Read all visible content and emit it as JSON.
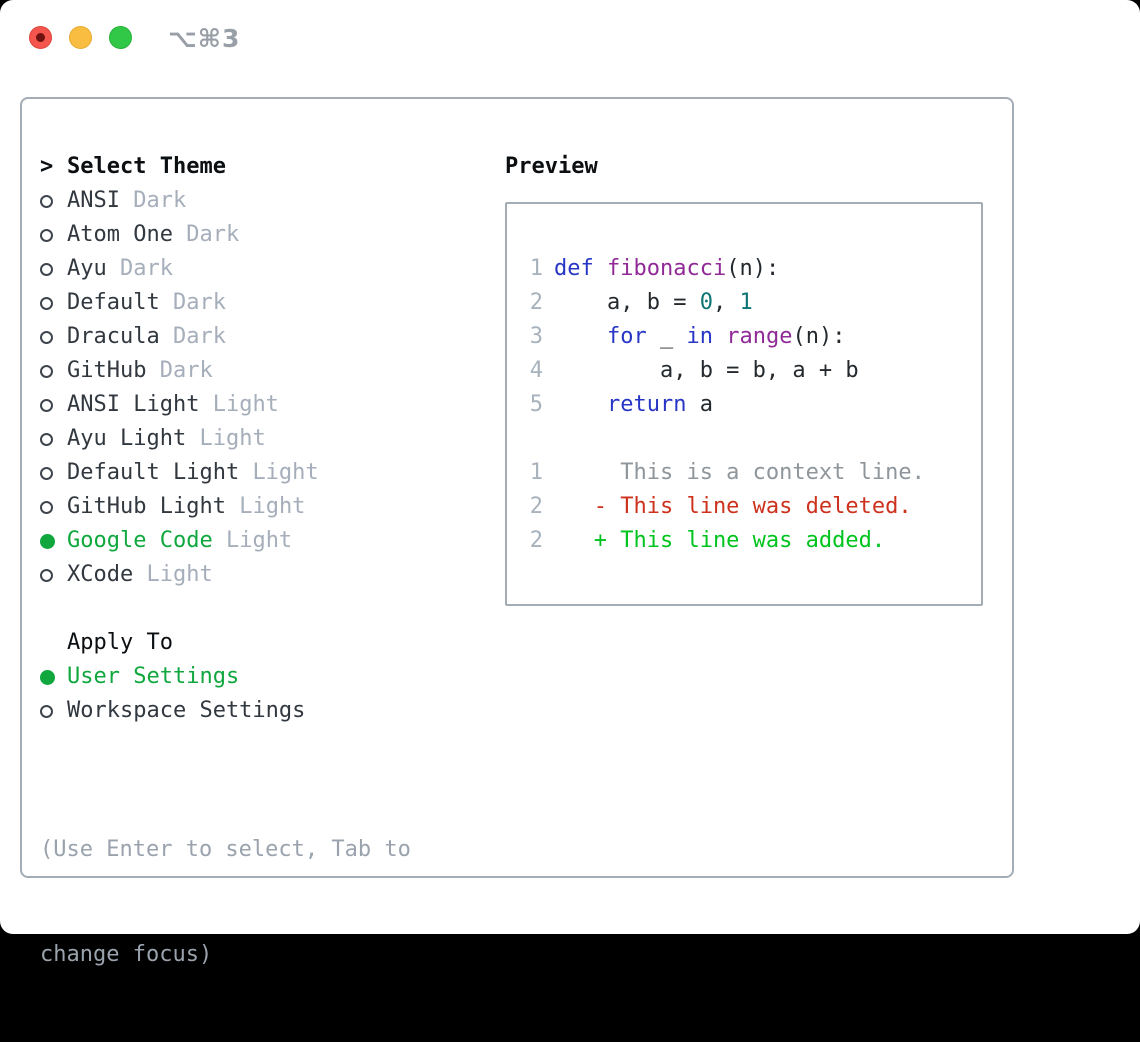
{
  "window": {
    "title": "⌥⌘3"
  },
  "colors": {
    "ui_selected_green": "#10a83e",
    "diff_added_green": "#00c41e",
    "diff_deleted_red": "#cd321e",
    "syntax_keyword_blue": "#2836c6",
    "syntax_function_purple": "#8f2a96",
    "syntax_number_teal": "#0e7474",
    "muted_gray": "#a5aeba",
    "panel_border_gray": "#a4adb6",
    "traffic_red": "#f4564d",
    "traffic_yellow": "#f8bd41",
    "traffic_green": "#32c847"
  },
  "theme_list": {
    "header_prefix": ">",
    "header": "Select Theme",
    "items": [
      {
        "name": "ANSI",
        "variant": "Dark",
        "selected": false
      },
      {
        "name": "Atom One",
        "variant": "Dark",
        "selected": false
      },
      {
        "name": "Ayu",
        "variant": "Dark",
        "selected": false
      },
      {
        "name": "Default",
        "variant": "Dark",
        "selected": false
      },
      {
        "name": "Dracula",
        "variant": "Dark",
        "selected": false
      },
      {
        "name": "GitHub",
        "variant": "Dark",
        "selected": false
      },
      {
        "name": "ANSI Light",
        "variant": "Light",
        "selected": false
      },
      {
        "name": "Ayu Light",
        "variant": "Light",
        "selected": false
      },
      {
        "name": "Default Light",
        "variant": "Light",
        "selected": false
      },
      {
        "name": "GitHub Light",
        "variant": "Light",
        "selected": false
      },
      {
        "name": "Google Code",
        "variant": "Light",
        "selected": true
      },
      {
        "name": "XCode",
        "variant": "Light",
        "selected": false
      }
    ]
  },
  "apply_to": {
    "header": "Apply To",
    "items": [
      {
        "name": "User Settings",
        "selected": true
      },
      {
        "name": "Workspace Settings",
        "selected": false
      }
    ]
  },
  "help_lines": [
    "(Use Enter to select, Tab to",
    "change focus)"
  ],
  "preview": {
    "header": "Preview",
    "lines": [
      {
        "num": "1",
        "tokens": [
          {
            "c": "kw",
            "t": "def"
          },
          {
            "c": "pl",
            "t": " "
          },
          {
            "c": "fn",
            "t": "fibonacci"
          },
          {
            "c": "pl",
            "t": "(n):"
          }
        ]
      },
      {
        "num": "2",
        "tokens": [
          {
            "c": "pl",
            "t": "    a, b = "
          },
          {
            "c": "num",
            "t": "0"
          },
          {
            "c": "pl",
            "t": ", "
          },
          {
            "c": "num",
            "t": "1"
          }
        ]
      },
      {
        "num": "3",
        "tokens": [
          {
            "c": "pl",
            "t": "    "
          },
          {
            "c": "kw",
            "t": "for"
          },
          {
            "c": "pl",
            "t": " _ "
          },
          {
            "c": "kw",
            "t": "in"
          },
          {
            "c": "pl",
            "t": " "
          },
          {
            "c": "fn",
            "t": "range"
          },
          {
            "c": "pl",
            "t": "(n):"
          }
        ]
      },
      {
        "num": "4",
        "tokens": [
          {
            "c": "pl",
            "t": "        a, b = b, a + b"
          }
        ]
      },
      {
        "num": "5",
        "tokens": [
          {
            "c": "pl",
            "t": "    "
          },
          {
            "c": "kw",
            "t": "return"
          },
          {
            "c": "pl",
            "t": " a"
          }
        ]
      },
      {
        "num": "",
        "tokens": []
      },
      {
        "num": "1",
        "tokens": [
          {
            "c": "ctx",
            "t": "     This is a context line."
          }
        ]
      },
      {
        "num": "2",
        "tokens": [
          {
            "c": "del",
            "t": "   - This line was deleted."
          }
        ]
      },
      {
        "num": "2",
        "tokens": [
          {
            "c": "add",
            "t": "   + This line was added."
          }
        ]
      }
    ]
  }
}
